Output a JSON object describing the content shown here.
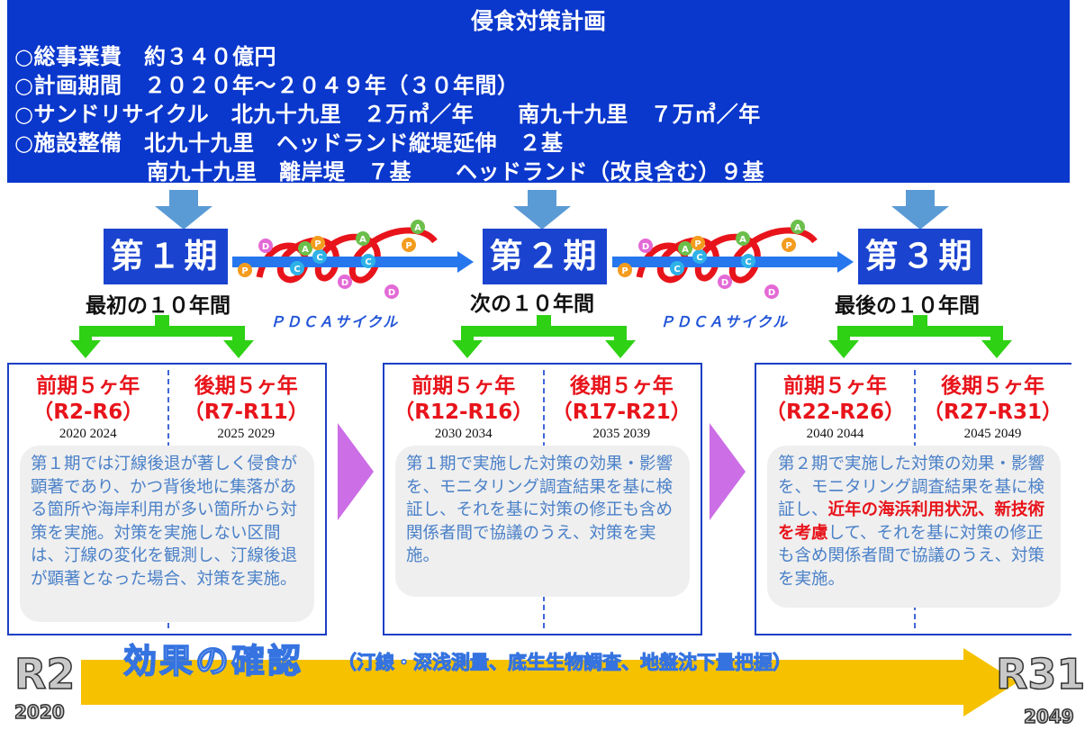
{
  "header": {
    "title": "侵食対策計画",
    "lines": [
      "○総事業費　約３４０億円",
      "○計画期間　２０２０年～２０４９年（３０年間）",
      "○サンドリサイクル　北九十九里　２万㎥／年　　南九十九里　７万㎥／年",
      "○施設整備　北九十九里　ヘッドランド縦堤延伸　２基",
      "　　　　　　南九十九里　離岸堤　７基　　ヘッドランド（改良含む）９基"
    ]
  },
  "phases": [
    {
      "title": "第１期",
      "subtitle": "最初の１０年間",
      "first": {
        "label": "前期５ヶ年",
        "range": "（R2-R6）",
        "years": "2020  2024"
      },
      "second": {
        "label": "後期５ヶ年",
        "range": "（R7-R11）",
        "years": "2025  2029"
      },
      "desc": "第１期では汀線後退が著しく侵食が顕著であり、かつ背後地に集落がある箇所や海岸利用が多い箇所から対策を実施。対策を実施しない区間は、汀線の変化を観測し、汀線後退が顕著となった場合、対策を実施。"
    },
    {
      "title": "第２期",
      "subtitle": "次の１０年間",
      "first": {
        "label": "前期５ヶ年",
        "range": "（R12-R16）",
        "years": "2030  2034"
      },
      "second": {
        "label": "後期５ヶ年",
        "range": "（R17-R21）",
        "years": "2035  2039"
      },
      "desc": "第１期で実施した対策の効果・影響を、モニタリング調査結果を基に検証し、それを基に対策の修正も含め関係者間で協議のうえ、対策を実施。"
    },
    {
      "title": "第３期",
      "subtitle": "最後の１０年間",
      "first": {
        "label": "前期５ヶ年",
        "range": "（R22-R26）",
        "years": "2040  2044"
      },
      "second": {
        "label": "後期５ヶ年",
        "range": "（R27-R31）",
        "years": "2045  2049"
      },
      "desc_a": "第２期で実施した対策の効果・影響を、モニタリング調査結果を基に検証し、",
      "desc_em": "近年の海浜利用状況、新技術を考慮",
      "desc_b": "して、それを基に対策の修正も含め関係者間で協議のうえ、対策を実施。"
    }
  ],
  "pdca": {
    "label": "ＰＤＣＡサイクル",
    "letters": [
      "P",
      "D",
      "C",
      "A"
    ]
  },
  "bottom": {
    "effect_title": "効果の確認",
    "effect_detail": "（汀線・深浅測量、底生生物調査、地盤沈下量把握）",
    "start_era": "R2",
    "start_year": "2020",
    "end_era": "R31",
    "end_year": "2049"
  },
  "colors": {
    "header_bg": "#0a37cc",
    "phase_box": "#1a43cf",
    "accent_red": "#e8141b",
    "green_arrow": "#2ed114",
    "violet_arrow": "#cc6ee6",
    "timeline_yellow": "#f6c200",
    "pdca_red": "#e8141b",
    "pdca_blue": "#2677ee"
  }
}
